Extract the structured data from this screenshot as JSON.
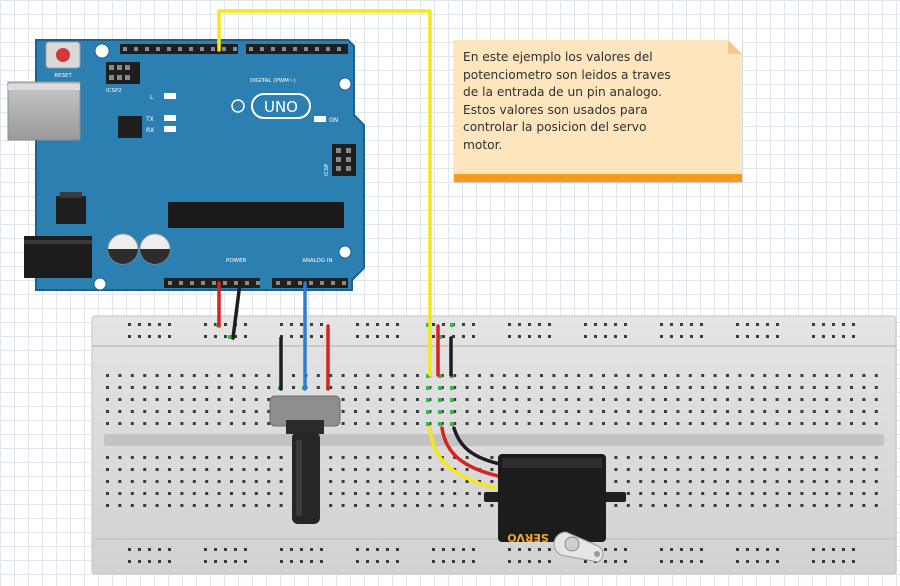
{
  "note": {
    "lines": [
      "En este ejemplo los valores del",
      "potenciometro son leidos a traves",
      "de la entrada de un pin analogo.",
      "Estos valores son usados para",
      "controlar la posicion del servo",
      "motor."
    ]
  },
  "arduino": {
    "reset_label": "RESET",
    "icsp2_label": "ICSP2",
    "icsp_label": "ICSP",
    "uno_label": "UNO",
    "digital_label": "DIGITAL (PWM~)",
    "on_label": "ON",
    "power_label": "POWER",
    "analog_label": "ANALOG IN",
    "led_labels": [
      "L",
      "TX",
      "RX"
    ]
  },
  "servo": {
    "label": "SERVO"
  },
  "colors": {
    "board": "#2b7fb1",
    "board_dark": "#1d6090",
    "wire_yellow": "#f4e81a",
    "wire_red": "#d62222",
    "wire_black": "#1d1d1d",
    "wire_blue": "#2a7fd0",
    "note_bg": "#fde6bd",
    "note_bar": "#f59b20",
    "servo_label": "#f5a623"
  }
}
